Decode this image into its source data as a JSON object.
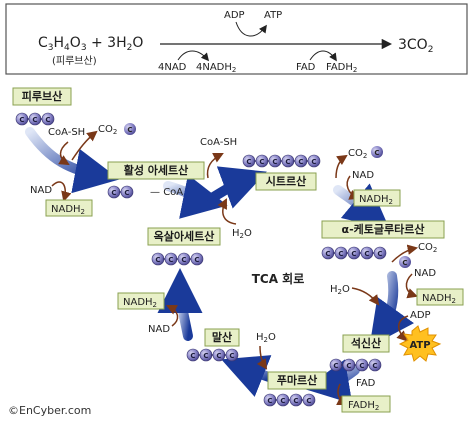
{
  "equation": {
    "reactant": "C3H4O3 + 3H2O",
    "reactant_name": "(피루브산)",
    "product": "3CO2",
    "adp": "ADP",
    "atp": "ATP",
    "nad": "4NAD",
    "nadh": "4NADH2",
    "fad": "FAD",
    "fadh": "FADH2"
  },
  "cycle_title": "TCA 회로",
  "compounds": {
    "pyruvate": {
      "label": "피루브산",
      "carbons": 3
    },
    "acetyl_coa": {
      "label": "활성 아세트산",
      "carbons": 2,
      "suffix": "CoA"
    },
    "citrate": {
      "label": "시트르산",
      "carbons": 6
    },
    "ketoglutarate": {
      "label": "α-케토글루타르산",
      "carbons": 5
    },
    "succinate": {
      "label": "석신산",
      "carbons": 4
    },
    "fumarate": {
      "label": "푸마르산",
      "carbons": 4
    },
    "malate": {
      "label": "말산",
      "carbons": 4
    },
    "oxaloacetate": {
      "label": "옥살아세트산",
      "carbons": 4
    }
  },
  "carbon_symbol": "C",
  "side": {
    "coash_1": "CoA-SH",
    "co2_1": "CO2",
    "nad_1": "NAD",
    "nadh_1": "NADH2",
    "coash_2": "CoA-SH",
    "h2o_1": "H2O",
    "co2_2": "CO2",
    "nad_2": "NAD",
    "nadh_2": "NADH2",
    "co2_3": "CO2",
    "nad_3": "NAD",
    "h2o_2": "H2O",
    "nadh_3": "NADH2",
    "adp": "ADP",
    "atp": "ATP",
    "h2o_3": "H2O",
    "fad": "FAD",
    "fadh": "FADH2",
    "nadh_4": "NADH2",
    "nad_4": "NAD"
  },
  "copyright": "©EnCyber.com",
  "colors": {
    "carbon_fill": "#8a86c8",
    "label_fill": "#e8f0c8",
    "label_border": "#8aa050",
    "blue_arrow": "#1a3a9a",
    "brown_arrow": "#7a3818",
    "atp_fill": "#ffc020"
  }
}
